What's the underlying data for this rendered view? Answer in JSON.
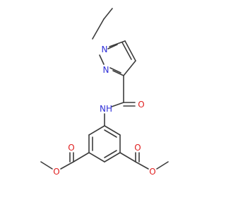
{
  "structure": {
    "atoms": {
      "n_pyrazole_1": "N",
      "n_pyrazole_2": "N",
      "amide_nh": "NH",
      "amide_o": "O",
      "ester_left_carbonyl_o": "O",
      "ester_left_ether_o": "O",
      "ester_right_carbonyl_o": "O",
      "ester_right_ether_o": "O"
    },
    "colors": {
      "nitrogen": "#2f2fd8",
      "oxygen": "#e02020",
      "bond": "#3c3c3c"
    }
  }
}
